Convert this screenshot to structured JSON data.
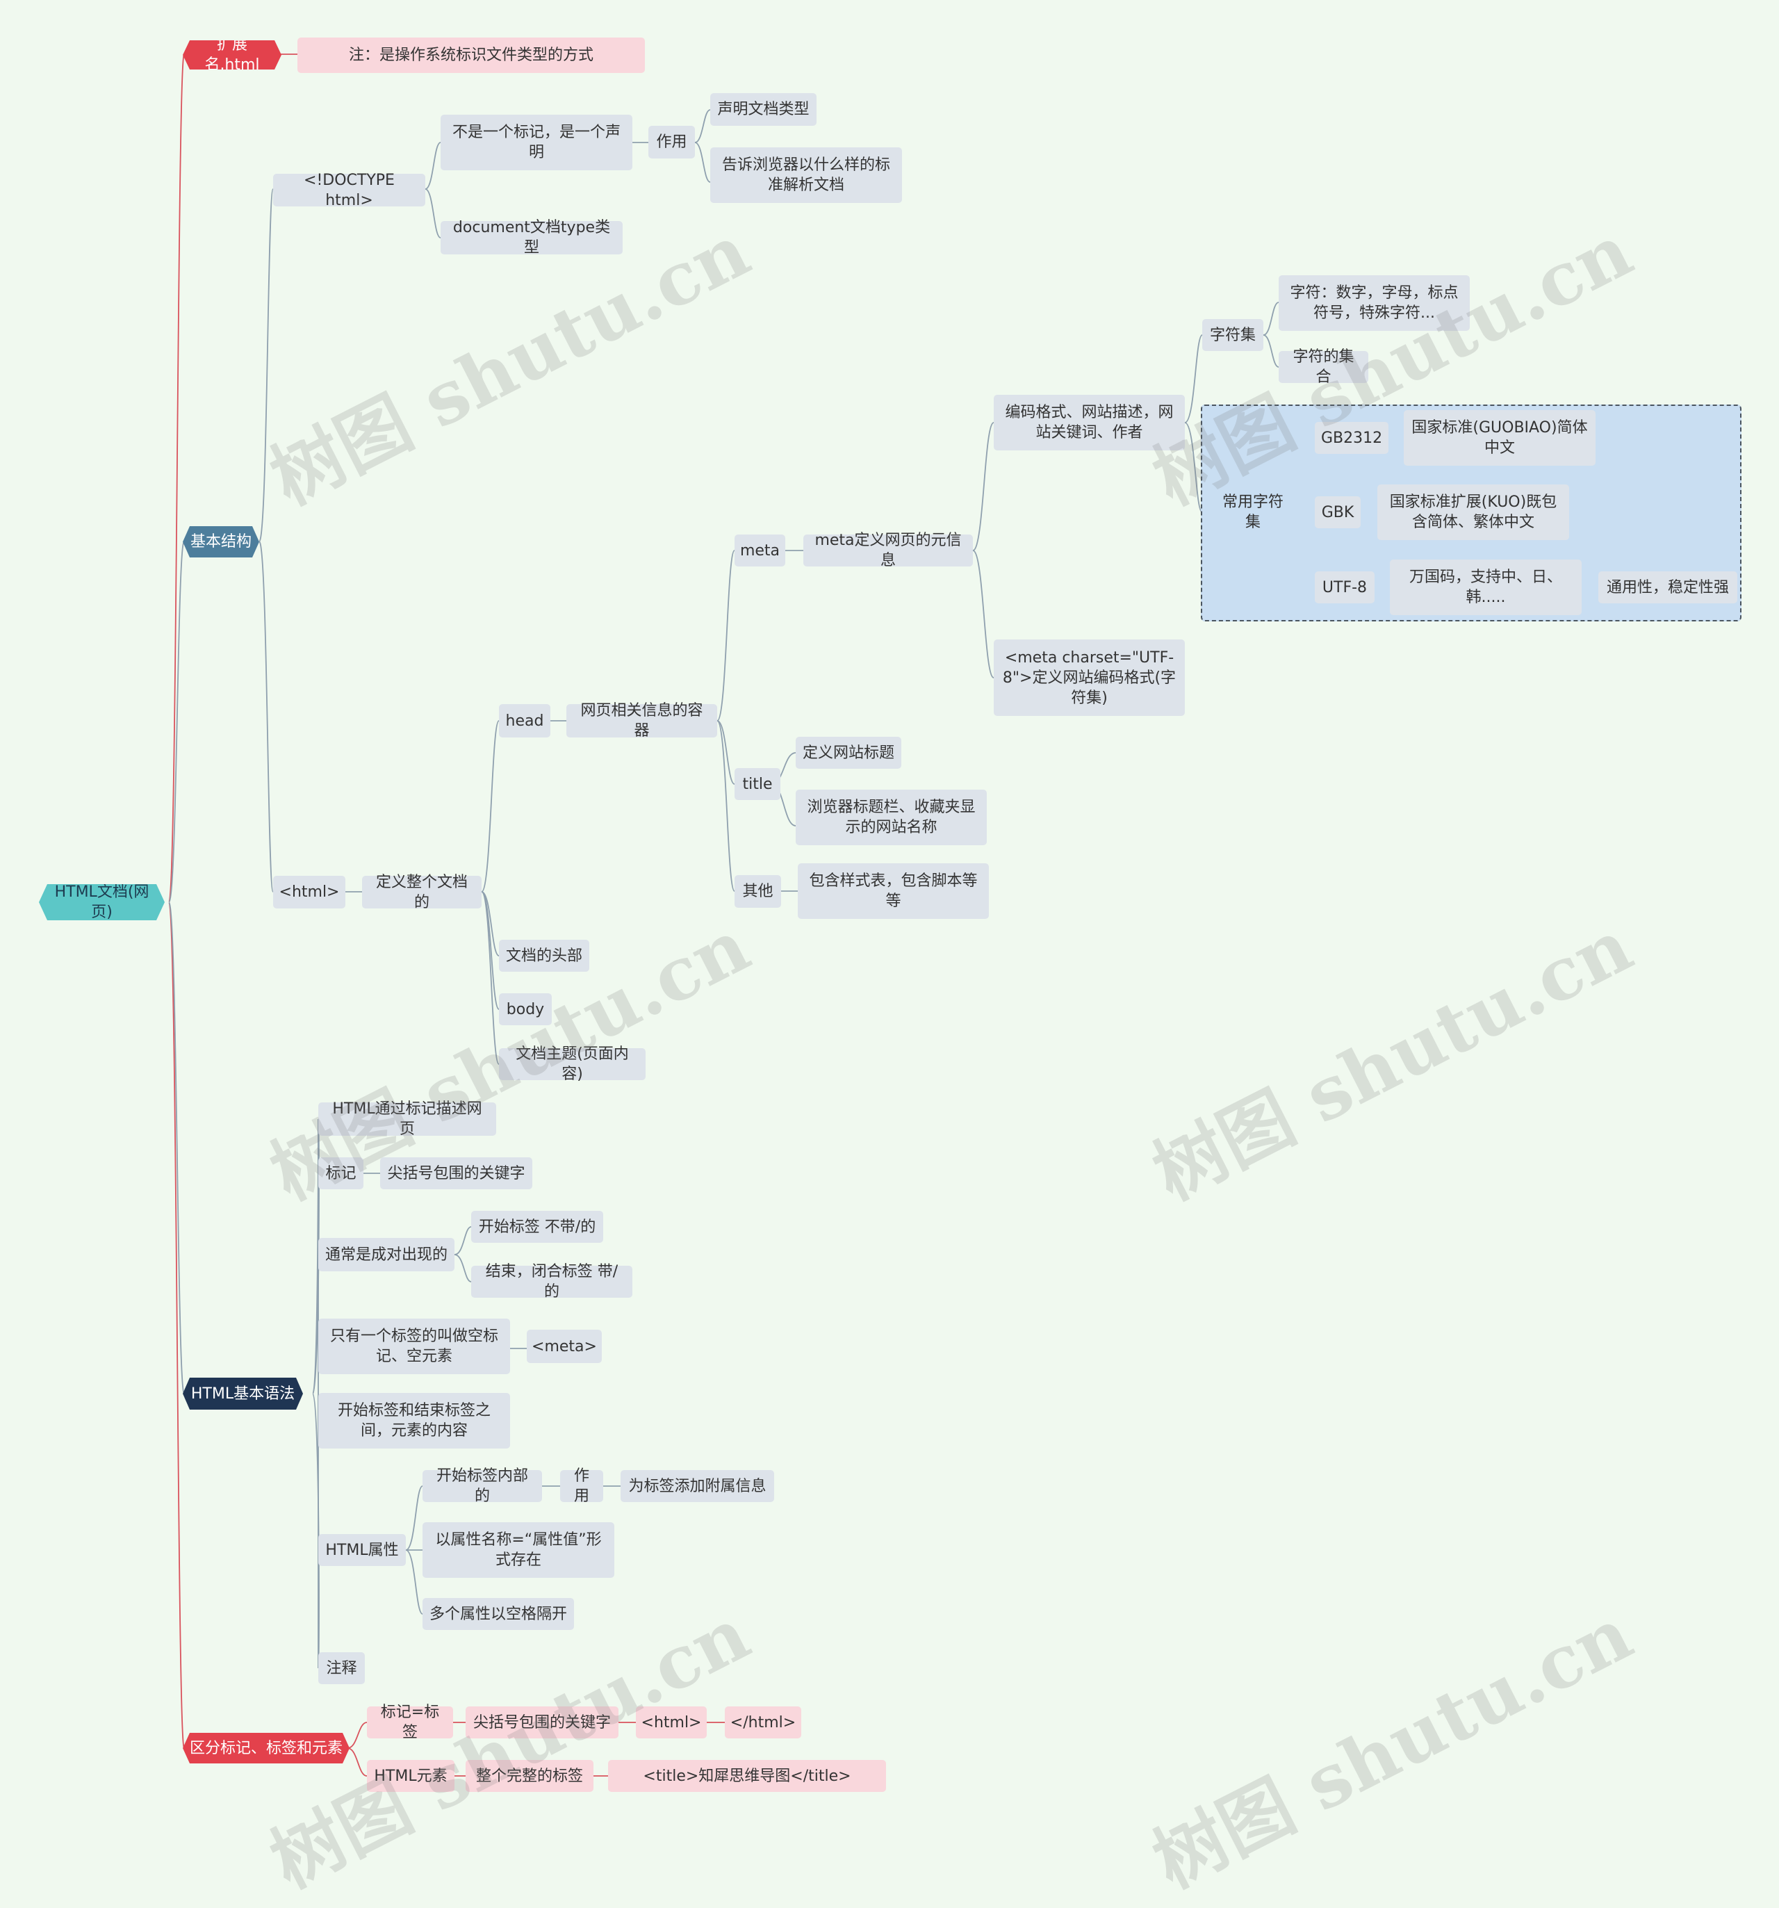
{
  "root": "HTML文档(网页)",
  "extension": {
    "label": "扩展名.html",
    "note": "注：是操作系统标识文件类型的方式"
  },
  "basic_structure": {
    "label": "基本结构",
    "doctype": {
      "label": "<!DOCTYPE html>",
      "not_tag": "不是一个标记，是一个声明",
      "role": "作用",
      "role_items": [
        "声明文档类型",
        "告诉浏览器以什么样的标准解析文档"
      ],
      "doc_type": "document文档type类型"
    },
    "html": {
      "label": "<html>",
      "desc": "定义整个文档的",
      "head": {
        "label": "head",
        "desc": "网页相关信息的容器",
        "meta": {
          "label": "meta",
          "desc": "meta定义网页的元信息",
          "encoding": "编码格式、网站描述，网站关键词、作者",
          "charset_tag": "<meta charset=\"UTF-8\">定义网站编码格式(字符集)",
          "charset": {
            "label": "字符集",
            "chars": "字符：数字，字母，标点符号，特殊字符...",
            "collection": "字符的集合"
          },
          "common": {
            "label": "常用字符集",
            "gb2312": "GB2312",
            "gb2312_desc": "国家标准(GUOBIAO)简体中文",
            "gbk": "GBK",
            "gbk_desc": "国家标准扩展(KUO)既包含简体、繁体中文",
            "utf8": "UTF-8",
            "utf8_desc": "万国码，支持中、日、韩.....",
            "utf8_note": "通用性，稳定性强"
          }
        },
        "title": {
          "label": "title",
          "items": [
            "定义网站标题",
            "浏览器标题栏、收藏夹显示的网站名称"
          ]
        },
        "other": {
          "label": "其他",
          "desc": "包含样式表，包含脚本等等"
        }
      },
      "head_desc": "文档的头部",
      "body": "body",
      "body_desc": "文档主题(页面内容)"
    }
  },
  "syntax": {
    "label": "HTML基本语法",
    "describe": "HTML通过标记描述网页",
    "tag": {
      "label": "标记",
      "desc": "尖括号包围的关键字"
    },
    "pairs": {
      "label": "通常是成对出现的",
      "items": [
        "开始标签 不带/的",
        "结束，闭合标签 带/的"
      ]
    },
    "empty": {
      "label": "只有一个标签的叫做空标记、空元素",
      "example": "<meta>"
    },
    "content": "开始标签和结束标签之间，元素的内容",
    "attr": {
      "label": "HTML属性",
      "inside": "开始标签内部的",
      "role": "作用",
      "role_desc": "为标签添加附属信息",
      "form": "以属性名称=“属性值”形式存在",
      "multi": "多个属性以空格隔开"
    },
    "comment": "注释"
  },
  "distinguish": {
    "label": "区分标记、标签和元素",
    "row1": [
      "标记=标签",
      "尖括号包围的关键字",
      "<html>",
      "</html>"
    ],
    "row2": [
      "HTML元素",
      "整个完整的标签",
      "<title>知犀思维导图</title>"
    ]
  },
  "watermark": "树图 shutu.cn",
  "colors": {
    "background": "#f0f9ef",
    "root": "#5cc7c7",
    "red": "#e3414c",
    "steel": "#4d7e9c",
    "navy": "#1f3553",
    "node": "#dde3ea",
    "pink": "#f9d7dc",
    "highlight": "#c9def2"
  }
}
